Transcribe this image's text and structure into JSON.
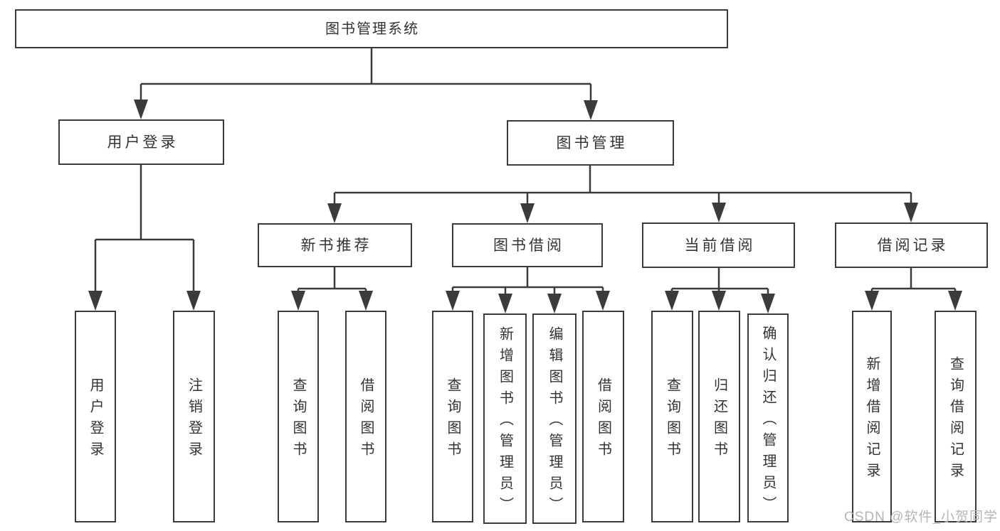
{
  "tree": {
    "label": "图书管理系统",
    "children": [
      {
        "label": "用户登录",
        "children": [
          {
            "label": "用户登录"
          },
          {
            "label": "注销登录"
          }
        ]
      },
      {
        "label": "图书管理",
        "children": [
          {
            "label": "新书推荐",
            "children": [
              {
                "label": "查询图书"
              },
              {
                "label": "借阅图书"
              }
            ]
          },
          {
            "label": "图书借阅",
            "children": [
              {
                "label": "查询图书"
              },
              {
                "label": "新增图书（管理员）"
              },
              {
                "label": "编辑图书（管理员）"
              },
              {
                "label": "借阅图书"
              }
            ]
          },
          {
            "label": "当前借阅",
            "children": [
              {
                "label": "查询图书"
              },
              {
                "label": "归还图书"
              },
              {
                "label": "确认归还（管理员）"
              }
            ]
          },
          {
            "label": "借阅记录",
            "children": [
              {
                "label": "新增借阅记录"
              },
              {
                "label": "查询借阅记录"
              }
            ]
          }
        ]
      }
    ]
  },
  "watermark": {
    "text": "CSDN @软件_小贺同学"
  },
  "colors": {
    "line": "#3b3b3b",
    "text": "#333333",
    "box_background": "#ffffff",
    "page_background": "#ffffff",
    "watermark": "#b5b5b5"
  }
}
